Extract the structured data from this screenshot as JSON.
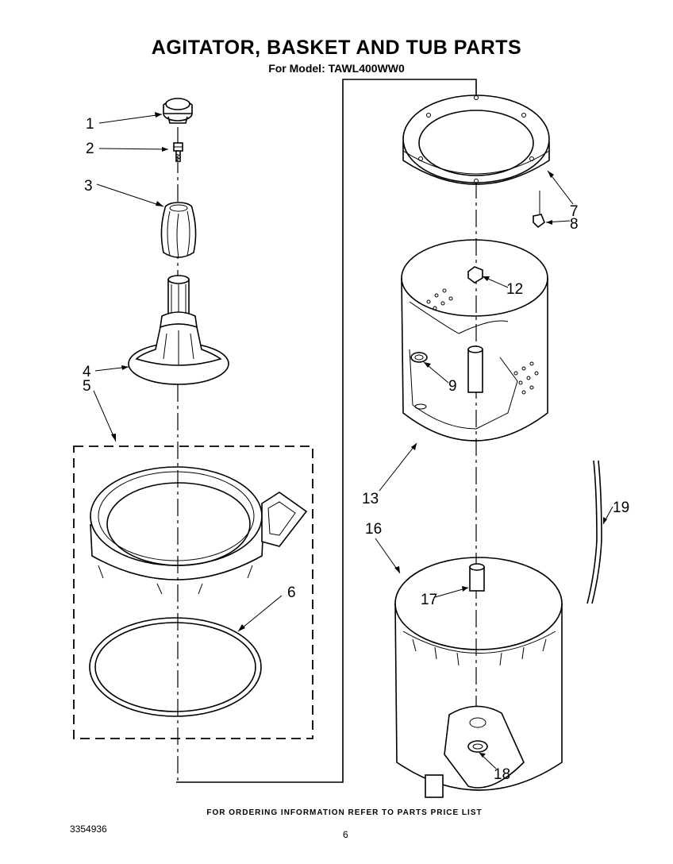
{
  "header": {
    "title": "AGITATOR, BASKET AND TUB PARTS",
    "subtitle": "For Model: TAWL400WW0"
  },
  "callouts": [
    "1",
    "2",
    "3",
    "4",
    "5",
    "6",
    "7",
    "8",
    "9",
    "12",
    "13",
    "16",
    "17",
    "18",
    "19"
  ],
  "footer": {
    "ordering_note": "FOR ORDERING INFORMATION REFER TO PARTS PRICE LIST",
    "document_number": "3354936",
    "page_number": "6"
  }
}
